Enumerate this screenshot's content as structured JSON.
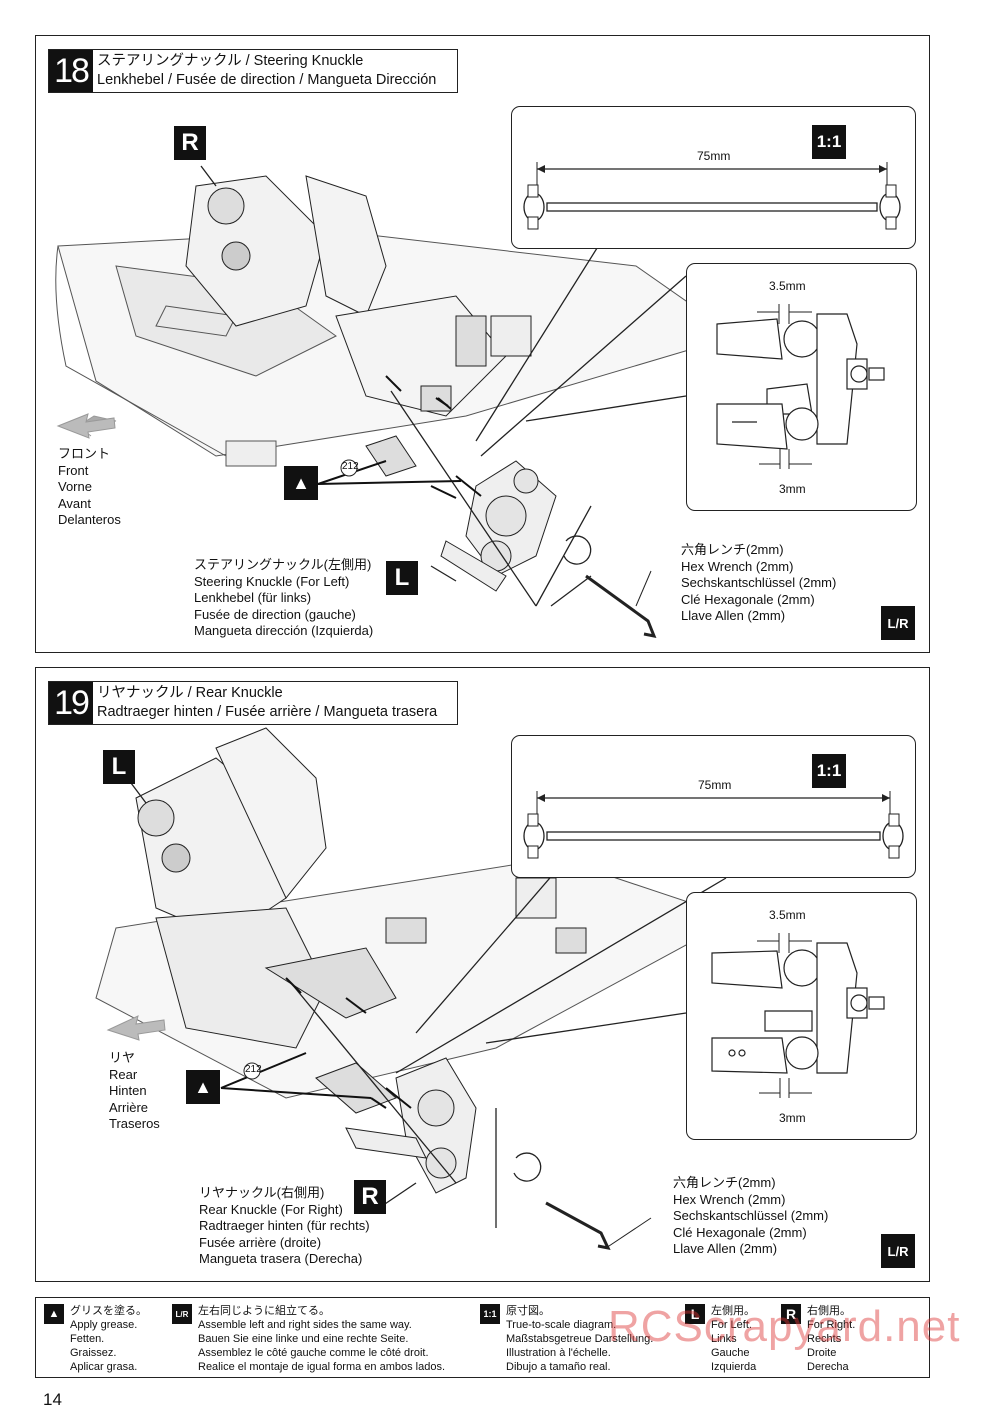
{
  "steps": [
    {
      "number": "18",
      "title_line1": "ステアリングナックル / Steering Knuckle",
      "title_line2": "Lenkhebel / Fusée de direction / Mangueta Dirección",
      "view_label": "R",
      "part_label": "L",
      "direction_lines": [
        "フロント",
        "Front",
        "Vorne",
        "Avant",
        "Delanteros"
      ],
      "part_lines": [
        "ステアリングナックル(左側用)",
        "Steering Knuckle (For Left)",
        "Lenkhebel (für links)",
        "Fusée de direction (gauche)",
        "Mangueta dirección (Izquierda)"
      ],
      "tool_lines": [
        "六角レンチ(2mm)",
        "Hex Wrench (2mm)",
        "Sechskantschlüssel (2mm)",
        "Clé Hexagonale (2mm)",
        "Llave Allen (2mm)"
      ],
      "shaft_length": "75mm",
      "scale_badge": "1:1",
      "dim_top": "3.5mm",
      "dim_bottom": "3mm",
      "grease_code": "212",
      "lr_badge": "L/R"
    },
    {
      "number": "19",
      "title_line1": "リヤナックル / Rear Knuckle",
      "title_line2": "Radtraeger hinten / Fusée arrière / Mangueta trasera",
      "view_label": "L",
      "part_label": "R",
      "direction_lines": [
        "リヤ",
        "Rear",
        "Hinten",
        "Arrière",
        "Traseros"
      ],
      "part_lines": [
        "リヤナックル(右側用)",
        "Rear Knuckle (For Right)",
        "Radtraeger hinten (für rechts)",
        "Fusée arrière (droite)",
        "Mangueta trasera (Derecha)"
      ],
      "tool_lines": [
        "六角レンチ(2mm)",
        "Hex Wrench (2mm)",
        "Sechskantschlüssel (2mm)",
        "Clé Hexagonale (2mm)",
        "Llave Allen (2mm)"
      ],
      "shaft_length": "75mm",
      "scale_badge": "1:1",
      "dim_top": "3.5mm",
      "dim_bottom": "3mm",
      "grease_code": "212",
      "lr_badge": "L/R"
    }
  ],
  "legend": [
    {
      "icon": "grease-icon",
      "glyph": "▲",
      "lines": [
        "グリスを塗る。",
        "Apply grease.",
        "Fetten.",
        "Graissez.",
        "Aplicar grasa."
      ]
    },
    {
      "icon": "left-right-icon",
      "glyph": "L/R",
      "lines": [
        "左右同じように組立てる。",
        "Assemble left and right sides the same way.",
        "Bauen Sie eine linke und eine rechte Seite.",
        "Assemblez le côté gauche comme le côté droit.",
        "Realice el montaje de igual forma en ambos lados."
      ]
    },
    {
      "icon": "scale-icon",
      "glyph": "1:1",
      "lines": [
        "原寸図。",
        "True-to-scale diagram.",
        "Maßstabsgetreue Darstellung.",
        "Illustration à l'échelle.",
        "Dibujo a tamaño real."
      ]
    },
    {
      "icon": "left-icon",
      "glyph": "L",
      "lines": [
        "左側用。",
        "For Left.",
        "Links",
        "Gauche",
        "Izquierda"
      ]
    },
    {
      "icon": "right-icon",
      "glyph": "R",
      "lines": [
        "右側用。",
        "For Right.",
        "Rechts",
        "Droite",
        "Derecha"
      ]
    }
  ],
  "page_number": "14",
  "watermark": "RCScrapyard.net"
}
